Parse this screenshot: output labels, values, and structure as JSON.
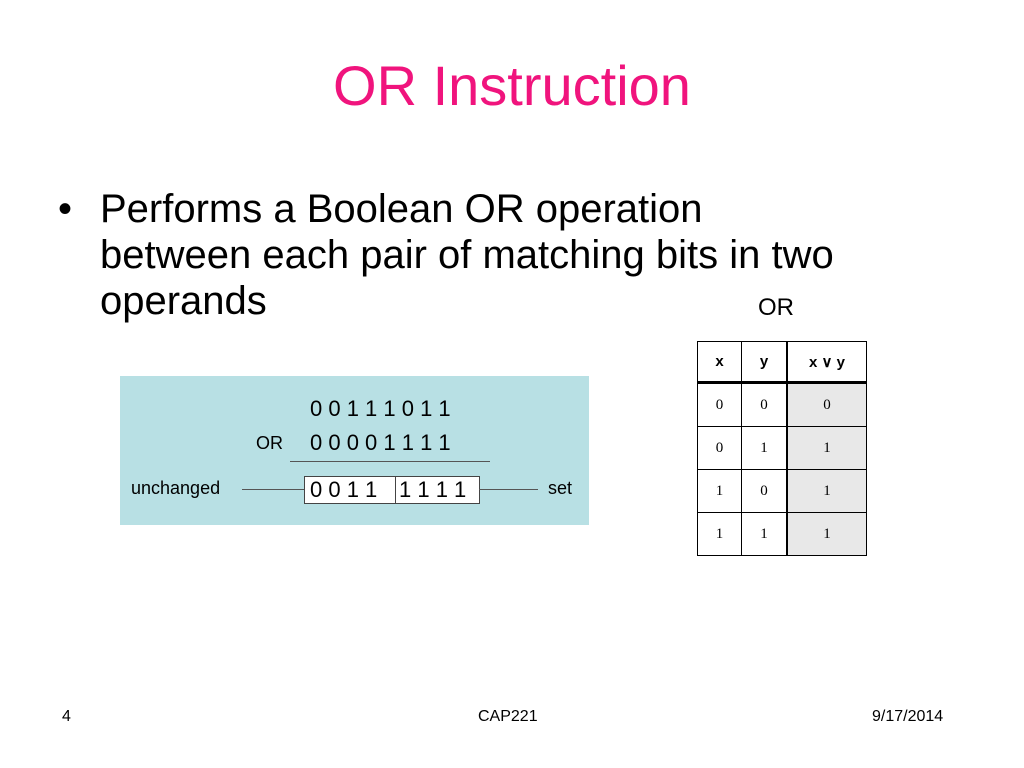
{
  "slide": {
    "title": "OR Instruction",
    "bullet_symbol": "•",
    "bullet_lines": [
      "Performs a Boolean OR operation",
      "between each pair of matching bits in two",
      "operands"
    ]
  },
  "diagram": {
    "operand1": "0 0 1 1 1 0 1 1",
    "operator": "OR",
    "operand2": "0 0 0 0 1 1 1 1",
    "result_left": "0 0 1 1",
    "result_right": "1 1 1 1",
    "left_label": "unchanged",
    "right_label": "set",
    "background_color": "#b8e0e4"
  },
  "truth_table": {
    "caption": "OR",
    "headers": [
      "x",
      "y",
      "x ∨ y"
    ],
    "rows": [
      [
        "0",
        "0",
        "0"
      ],
      [
        "0",
        "1",
        "1"
      ],
      [
        "1",
        "0",
        "1"
      ],
      [
        "1",
        "1",
        "1"
      ]
    ]
  },
  "footer": {
    "page_number": "4",
    "course": "CAP221",
    "date": "9/17/2014"
  },
  "colors": {
    "title": "#f0147d",
    "result_highlight": "#e8e8e8"
  }
}
